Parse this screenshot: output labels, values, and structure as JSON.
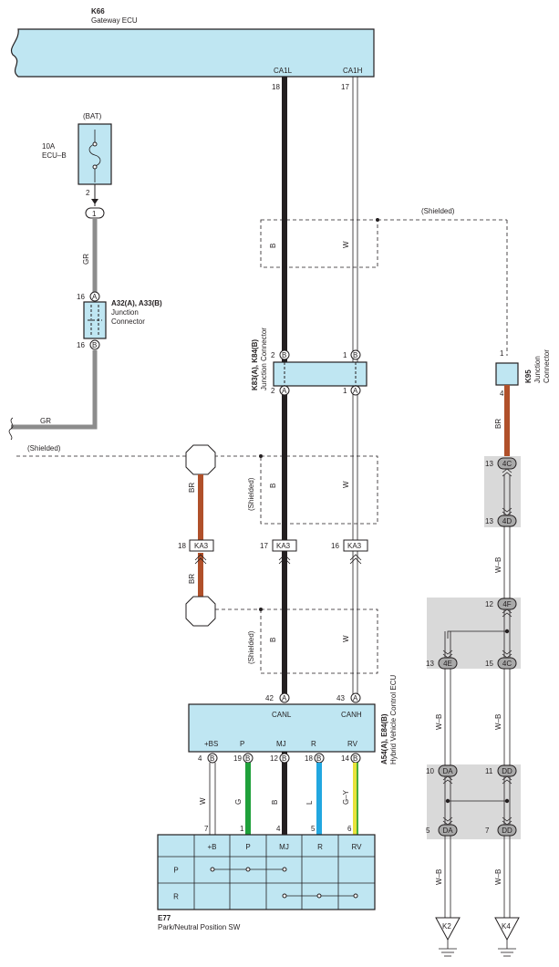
{
  "gateway": {
    "code": "K66",
    "name": "Gateway ECU",
    "pin_left": "CA1L",
    "pin_right": "CA1H",
    "pin_left_no": "18",
    "pin_right_no": "17"
  },
  "bat": {
    "label": "(BAT)",
    "fuse_amp": "10A",
    "fuse_name": "ECU–B",
    "pin_top": "2",
    "pin_conn": "1"
  },
  "jc_a32": {
    "code": "A32(A), A33(B)",
    "name1": "Junction",
    "name2": "Connector",
    "pin_top": "16",
    "pin_top_letter": "A",
    "pin_bot": "16",
    "pin_bot_letter": "B"
  },
  "jc_k83": {
    "code": "K83(A), K84(B)",
    "name": "Junction Connector",
    "p_b_left": "2",
    "p_b_right": "1",
    "p_a_left": "2",
    "p_a_right": "1",
    "letter_b": "B",
    "letter_a": "A"
  },
  "jc_k95": {
    "code": "K95",
    "name1": "Junction",
    "name2": "Connector",
    "pin_top": "1",
    "pin_bot": "4"
  },
  "shielded": "(Shielded)",
  "wire_colors": {
    "B": "B",
    "W": "W",
    "GR": "GR",
    "BR": "BR",
    "WB": "W–B",
    "G": "G",
    "L": "L",
    "GY": "G–Y"
  },
  "ka3": {
    "label": "KA3",
    "left_pin": "18",
    "mid_pin": "17",
    "right_pin": "16"
  },
  "hv_ecu": {
    "code": "A54(A), E84(B)",
    "name": "Hybrid Vehicle Control ECU",
    "canl": "CANL",
    "canh": "CANH",
    "pin_canl": "42",
    "pin_canh": "43",
    "pins": [
      {
        "name": "+BS",
        "no": "4"
      },
      {
        "name": "P",
        "no": "19"
      },
      {
        "name": "MJ",
        "no": "12"
      },
      {
        "name": "R",
        "no": "18"
      },
      {
        "name": "RV",
        "no": "14"
      }
    ]
  },
  "e77": {
    "code": "E77",
    "name": "Park/Neutral Position SW",
    "cols": [
      "+B",
      "P",
      "MJ",
      "R",
      "RV"
    ],
    "pin_nums": [
      "7",
      "1",
      "4",
      "5",
      "6"
    ],
    "rows": [
      "P",
      "R"
    ]
  },
  "right_conn": {
    "c4c_top": "4C",
    "c4d": "4D",
    "c4f": "4F",
    "c4e": "4E",
    "c4c_b": "4C",
    "da_top": "DA",
    "dd_top": "DD",
    "da_bot": "DA",
    "dd_bot": "DD",
    "n13a": "13",
    "n13b": "13",
    "n12": "12",
    "n13c": "13",
    "n15": "15",
    "n10": "10",
    "n11": "11",
    "n5": "5",
    "n7": "7"
  },
  "grounds": {
    "k2": "K2",
    "k4": "K4"
  },
  "colors": {
    "ecu_fill": "#bfe6f2",
    "black_wire": "#231f20",
    "brown_wire": "#b0502a",
    "grey_wire": "#8c8c8c",
    "green_wire": "#1fa03a",
    "blue_wire": "#22a7e0",
    "yellow_wire": "#e8e23a"
  }
}
